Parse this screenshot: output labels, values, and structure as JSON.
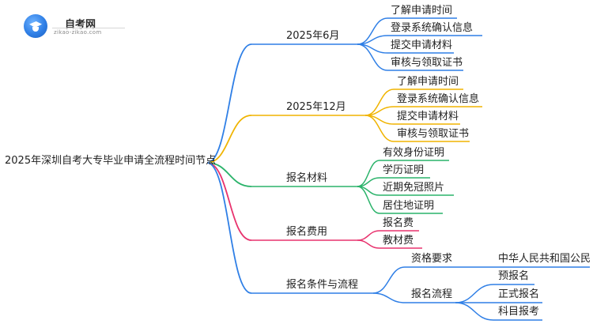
{
  "logo": {
    "name": "自考网",
    "url": "zikao-zikao.com"
  },
  "root": {
    "label": "2025年深圳自考大专毕业申请全流程时间节点"
  },
  "branches": [
    {
      "id": "b1",
      "label": "2025年6月",
      "color": "#2f7fe6",
      "children": [
        "了解申请时间",
        "登录系统确认信息",
        "提交申请材料",
        "审核与领取证书"
      ]
    },
    {
      "id": "b2",
      "label": "2025年12月",
      "color": "#f0b400",
      "children": [
        "了解申请时间",
        "登录系统确认信息",
        "提交申请材料",
        "审核与领取证书"
      ]
    },
    {
      "id": "b3",
      "label": "报名材料",
      "color": "#2ab36a",
      "children": [
        "有效身份证明",
        "学历证明",
        "近期免冠照片",
        "居住地证明"
      ]
    },
    {
      "id": "b4",
      "label": "报名费用",
      "color": "#e8336e",
      "children": [
        "报名费",
        "教材费"
      ]
    },
    {
      "id": "b5",
      "label": "报名条件与流程",
      "color": "#2f7fe6",
      "children": [
        {
          "label": "资格要求",
          "children": [
            "中华人民共和国公民"
          ]
        },
        {
          "label": "报名流程",
          "children": [
            "预报名",
            "正式报名",
            "科目报考"
          ]
        }
      ]
    }
  ]
}
